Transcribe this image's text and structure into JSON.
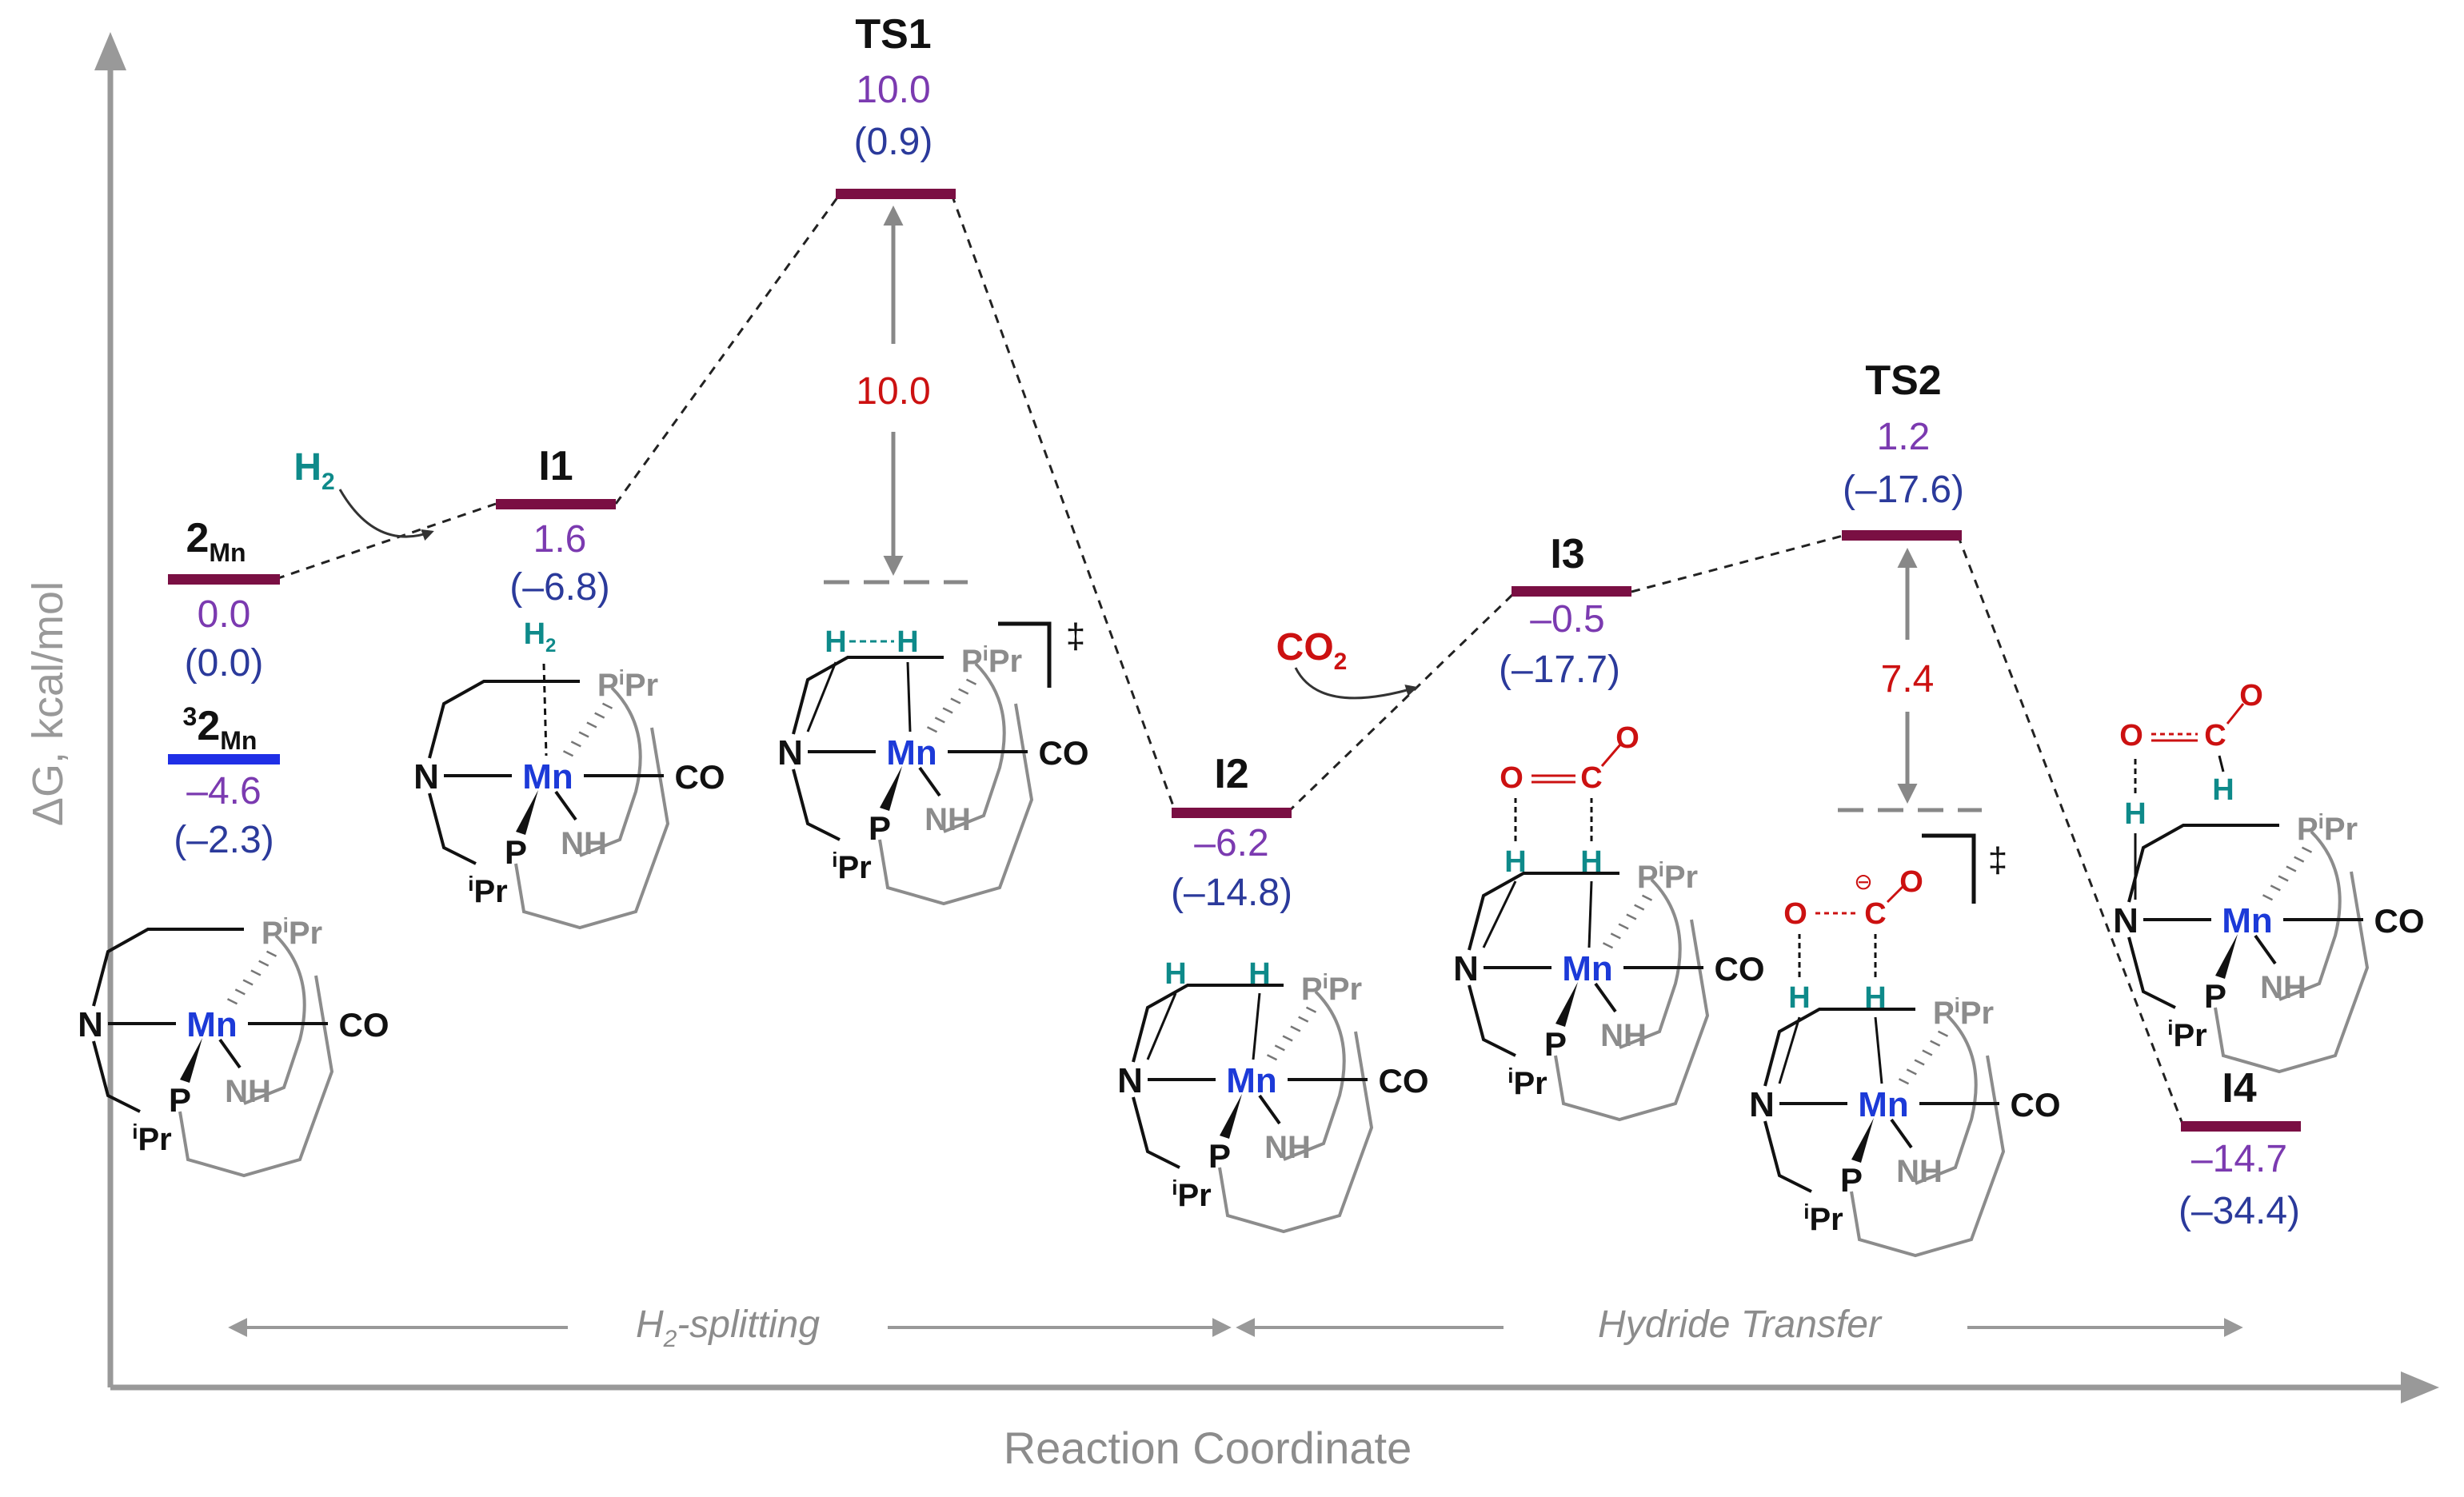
{
  "axes": {
    "y_label": "ΔG, kcal/mol",
    "x_label": "Reaction Coordinate",
    "axis_color": "#999999"
  },
  "colors": {
    "level_main": "#7a0f43",
    "level_triplet": "#1f2fe6",
    "value_purple": "#7b3ab0",
    "value_blue": "#2b3a9b",
    "barrier_red": "#cc1111",
    "teal": "#0e8a8a",
    "mn_blue": "#1c3ad8",
    "gray_text": "#8c8c8c"
  },
  "states": [
    {
      "id": "2mn",
      "name": "2",
      "name_sub": "Mn",
      "name_sup": "",
      "value": "0.0",
      "paren": "(0.0)"
    },
    {
      "id": "32mn",
      "name": "2",
      "name_sub": "Mn",
      "name_sup": "3",
      "value": "–4.6",
      "paren": "(–2.3)"
    },
    {
      "id": "i1",
      "name": "I1",
      "name_sub": "",
      "name_sup": "",
      "value": "1.6",
      "paren": "(–6.8)"
    },
    {
      "id": "ts1",
      "name": "TS1",
      "name_sub": "",
      "name_sup": "",
      "value": "10.0",
      "paren": "(0.9)"
    },
    {
      "id": "i2",
      "name": "I2",
      "name_sub": "",
      "name_sup": "",
      "value": "–6.2",
      "paren": "(–14.8)"
    },
    {
      "id": "i3",
      "name": "I3",
      "name_sub": "",
      "name_sup": "",
      "value": "–0.5",
      "paren": "(–17.7)"
    },
    {
      "id": "ts2",
      "name": "TS2",
      "name_sub": "",
      "name_sup": "",
      "value": "1.2",
      "paren": "(–17.6)"
    },
    {
      "id": "i4",
      "name": "I4",
      "name_sub": "",
      "name_sup": "",
      "value": "–14.7",
      "paren": "(–34.4)"
    }
  ],
  "barriers": {
    "ts1": "10.0",
    "ts2": "7.4"
  },
  "reagents": {
    "h2": {
      "main": "H",
      "sub": "2"
    },
    "co2": {
      "main": "CO",
      "sub": "2"
    }
  },
  "ts_mark": "‡",
  "phases": {
    "h2_splitting": {
      "main": "H",
      "sub": "2",
      "rest": "-splitting"
    },
    "hydride_transfer": "Hydride Transfer"
  },
  "molecule": {
    "mn": "Mn",
    "n": "N",
    "co": "CO",
    "nh": "NH",
    "p_upper": "P",
    "pr_sup": "i",
    "pr": "Pr",
    "p_lower": "P",
    "h": "H",
    "h2": {
      "main": "H",
      "sub": "2"
    },
    "o": "O",
    "c": "C",
    "minus": "⊖"
  }
}
